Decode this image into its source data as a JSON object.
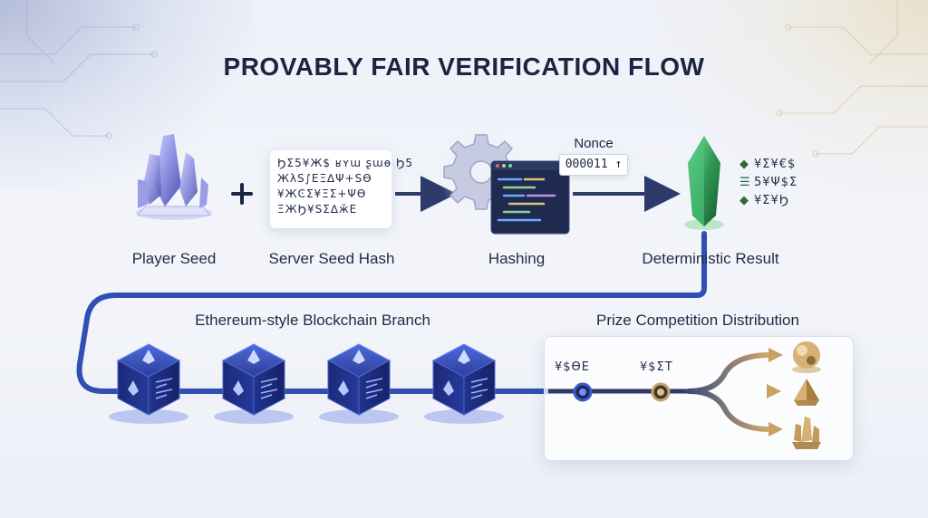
{
  "title": "PROVABLY FAIR VERIFICATION FLOW",
  "steps": {
    "player_seed": "Player Seed",
    "server_seed_hash": "Server Seed Hash",
    "hashing": "Hashing",
    "deterministic_result": "Deterministic Result"
  },
  "server_seed_glyphs": [
    "ϦΣ5¥Ж$ ʁʏɯ ʂɯɵ Ϧ5",
    "ЖλЅ∫ЕΞ∆Ψ+ЅѲ",
    "¥ЖϾΣ¥ΞΣ+ΨѲ",
    "ΞЖϦ¥ЅΣ∆ӂЕ"
  ],
  "nonce": {
    "label": "Nonce",
    "value": "000011 ↑"
  },
  "result_glyphs": [
    {
      "mark": "◆",
      "text": "¥Σ¥€$"
    },
    {
      "mark": "☰",
      "text": "5¥Ψ$Σ"
    },
    {
      "mark": "◆",
      "text": "¥Σ¥Ϧ"
    }
  ],
  "blockchain_label": "Ethereum-style Blockchain Branch",
  "prize_label": "Prize Competition Distribution",
  "prize_nodes": [
    "¥$ѲE",
    "¥$ΣT"
  ],
  "colors": {
    "accent_blue": "#2f4fb3",
    "dark_navy": "#1b2440",
    "gold": "#c8a264",
    "crystal_green": "#2f9a55",
    "crystal_purple": "#7c7fd6"
  }
}
